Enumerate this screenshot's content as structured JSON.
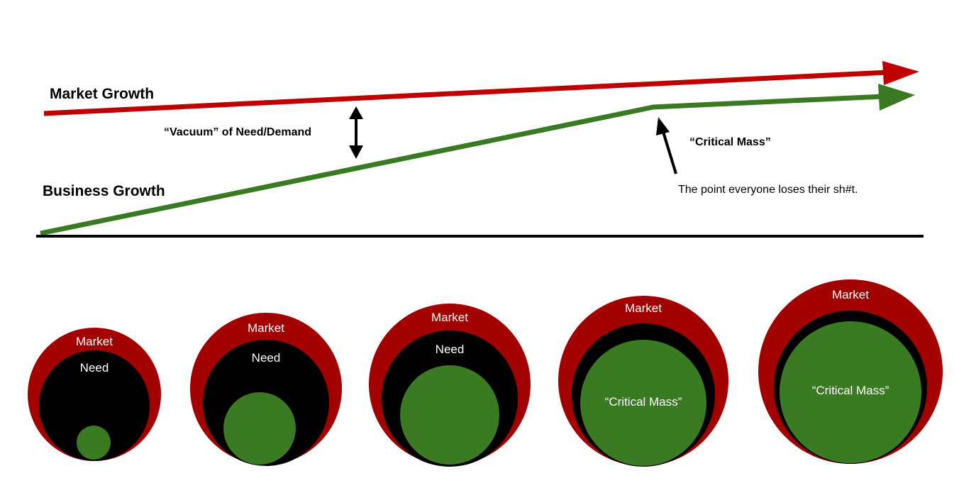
{
  "colors": {
    "market": "#c00000",
    "market_ring": "#a30000",
    "business": "#3a7a22",
    "need": "#000000",
    "baseline": "#000000",
    "ring_text": "#ffffff"
  },
  "top": {
    "market_growth_label": "Market Growth",
    "business_growth_label": "Business Growth",
    "vacuum_label": "“Vacuum” of Need/Demand",
    "critical_mass_label": "“Critical Mass”",
    "critical_mass_note": "The point everyone loses their sh#t."
  },
  "stages": [
    {
      "market_label": "Market",
      "inner_label": "Need"
    },
    {
      "market_label": "Market",
      "inner_label": "Need"
    },
    {
      "market_label": "Market",
      "inner_label": "Need"
    },
    {
      "market_label": "Market",
      "inner_label": "“Critical Mass”"
    },
    {
      "market_label": "Market",
      "inner_label": "“Critical Mass”"
    }
  ]
}
